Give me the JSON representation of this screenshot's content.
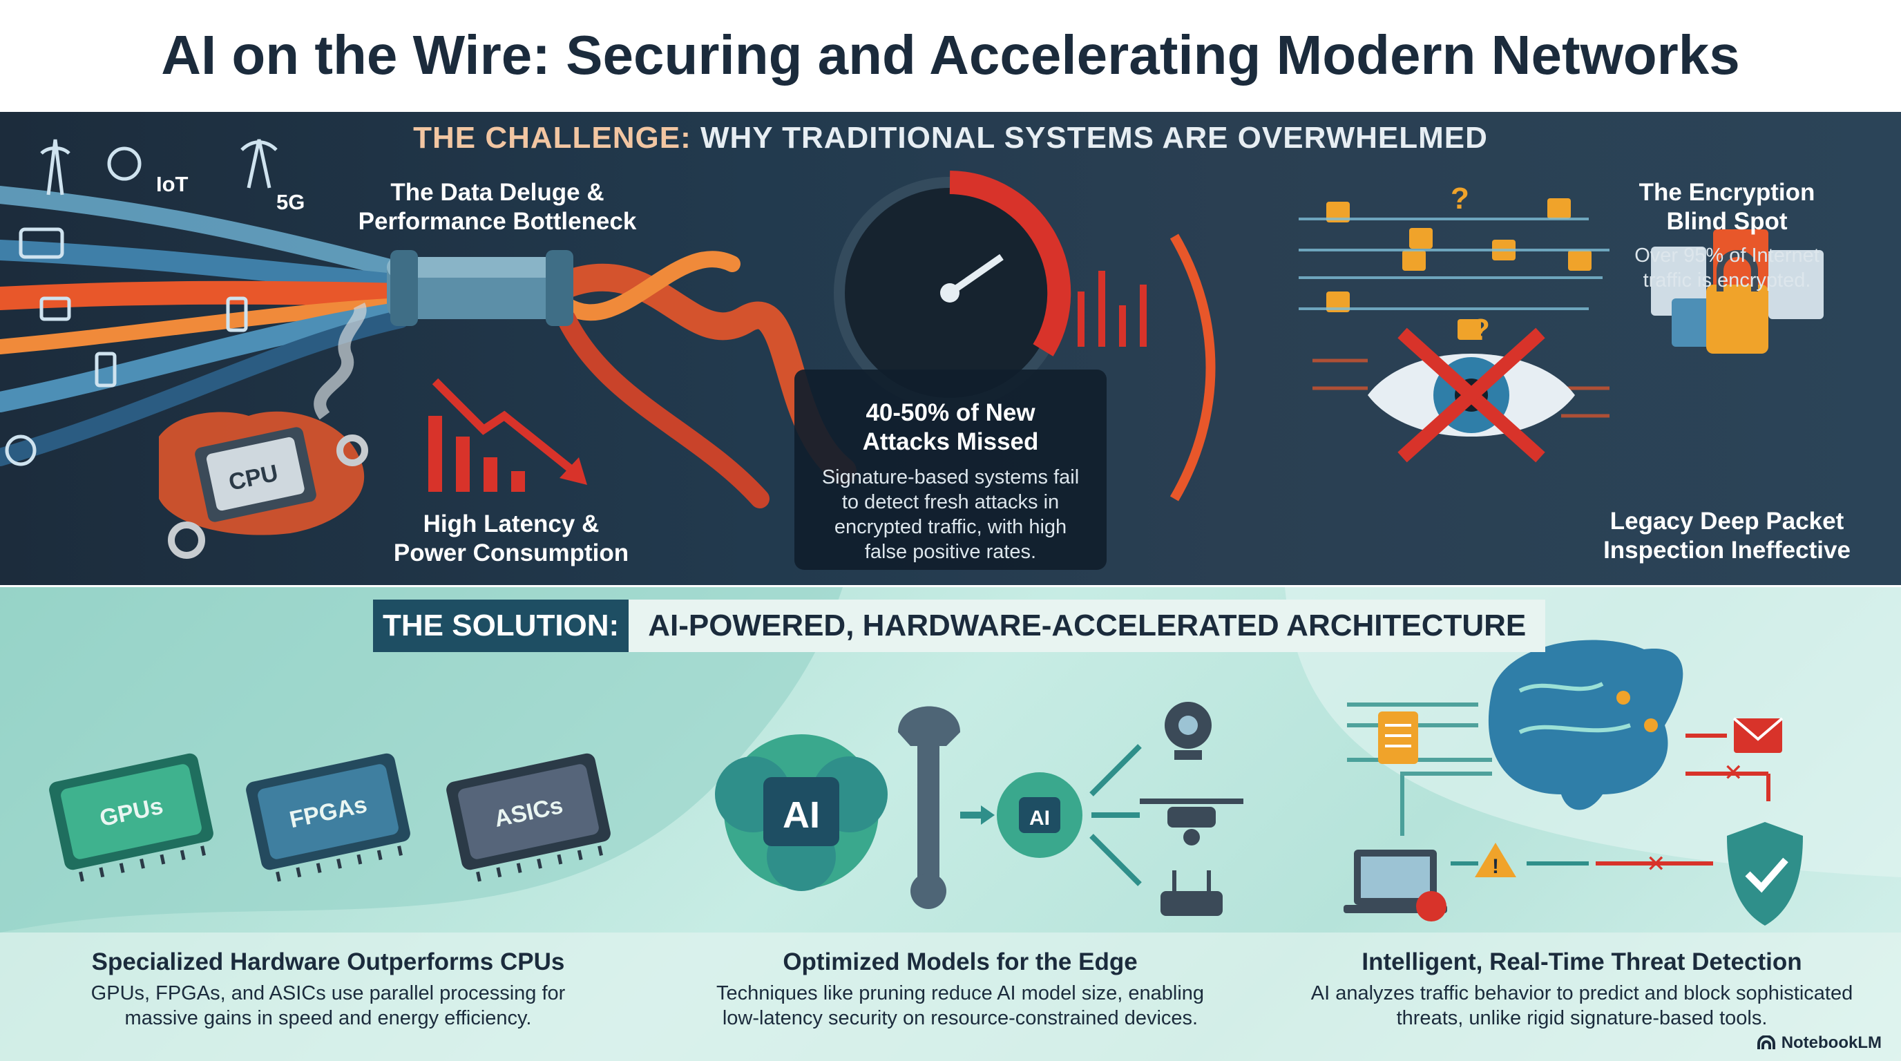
{
  "title": "AI on the Wire: Securing and Accelerating Modern Networks",
  "challenge": {
    "heading_accent": "THE CHALLENGE:",
    "heading_rest": " WHY TRADITIONAL SYSTEMS ARE OVERWHELMED",
    "iot_label": "IoT",
    "fiveg_label": "5G",
    "deluge_title": "The Data Deluge & Performance Bottleneck",
    "cpu_label": "CPU",
    "latency_title": "High Latency & Power Consumption",
    "missed_title": "40-50% of New Attacks Missed",
    "missed_text": "Signature-based systems fail to detect fresh attacks in encrypted traffic, with high false positive rates.",
    "encryption_title": "The Encryption Blind Spot",
    "encryption_text": "Over 95% of Internet traffic is encrypted.",
    "dpi_title": "Legacy Deep Packet Inspection Ineffective"
  },
  "solution": {
    "heading_lead": "THE SOLUTION:",
    "heading_rest": "AI-POWERED, HARDWARE-ACCELERATED ARCHITECTURE",
    "chips": [
      "GPUs",
      "FPGAs",
      "ASICs"
    ],
    "ai_label": "AI",
    "col1_title": "Specialized Hardware Outperforms CPUs",
    "col1_text": "GPUs, FPGAs, and ASICs use parallel processing for massive gains in speed and energy efficiency.",
    "col2_title": "Optimized Models for the Edge",
    "col2_text": "Techniques like pruning reduce AI model size, enabling low-latency security on resource-constrained devices.",
    "col3_title": "Intelligent, Real-Time Threat Detection",
    "col3_text": "AI analyzes traffic behavior to predict and block sophisticated threats, unlike rigid signature-based tools."
  },
  "footer": {
    "brand": "NotebookLM"
  },
  "colors": {
    "navy": "#1b2b3c",
    "orange": "#e8572a",
    "red": "#d8332a",
    "teal": "#2f8f8a",
    "amber": "#f0a32a"
  }
}
